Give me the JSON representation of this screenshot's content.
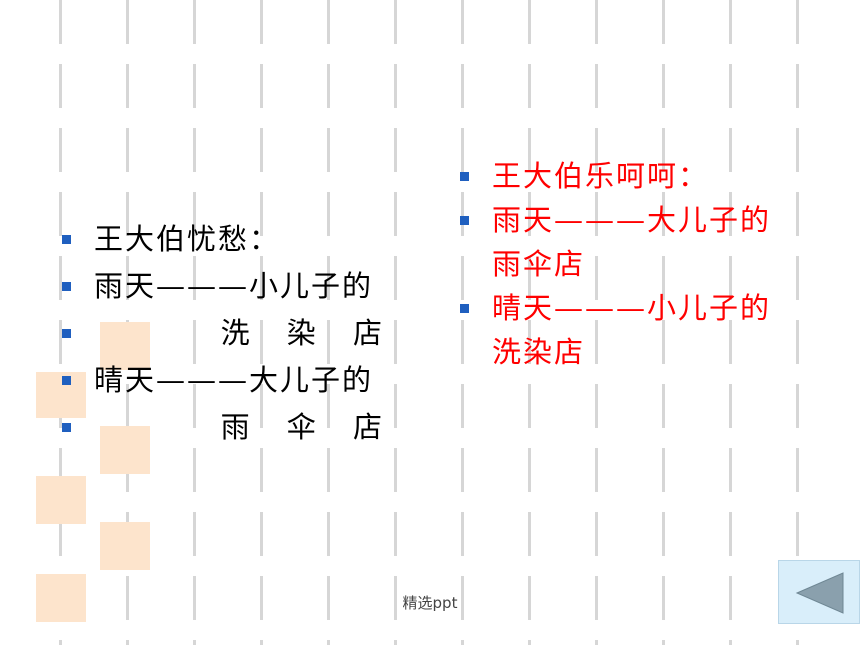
{
  "left_list": {
    "items": [
      "王大伯忧愁：",
      "雨天———小儿子的",
      "洗 染 店",
      "晴天———大儿子的",
      "雨 伞 店"
    ]
  },
  "right_list": {
    "items": [
      "王大伯乐呵呵：",
      "雨天———大儿子的雨伞店",
      "晴天———小儿子的洗染店"
    ]
  },
  "footer": {
    "text": "精选ppt"
  },
  "colors": {
    "highlight": "#ff0000",
    "bullet": "#1f5fbf",
    "square": "#fde4cc",
    "button": "#d9eefa"
  },
  "icons": {
    "back": "triangle-left-icon"
  }
}
